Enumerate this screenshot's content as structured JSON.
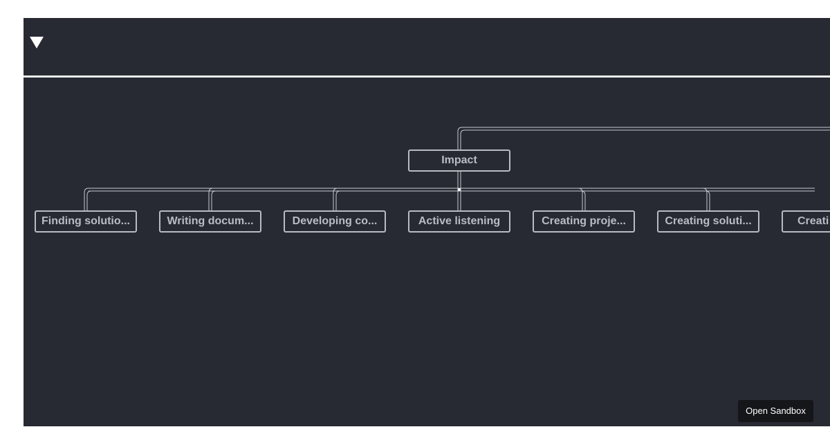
{
  "toolbar": {
    "toggle_icon": "triangle-down-icon"
  },
  "diagram": {
    "root": {
      "label": "Impact"
    },
    "children": [
      {
        "label": "Finding solutio..."
      },
      {
        "label": "Writing docum..."
      },
      {
        "label": "Developing co..."
      },
      {
        "label": "Active listening"
      },
      {
        "label": "Creating proje..."
      },
      {
        "label": "Creating soluti..."
      },
      {
        "label": "Creati"
      }
    ]
  },
  "sandbox": {
    "button_label": "Open Sandbox"
  },
  "colors": {
    "background": "#272a33",
    "node_border": "#b9bcc3",
    "connector": "#c8cbd1",
    "button_background": "#15161a"
  }
}
